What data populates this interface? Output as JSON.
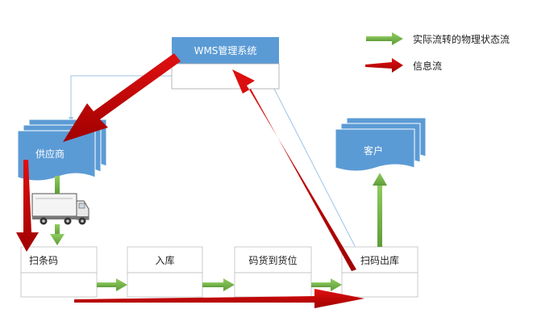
{
  "legend": {
    "physical_flow": "实际流转的物理状态流",
    "info_flow": "信息流"
  },
  "nodes": {
    "wms": "WMS管理系统",
    "supplier": "供应商",
    "customer": "客户",
    "scan": "扫条码",
    "inbound": "入库",
    "putaway": "码货到货位",
    "outbound": "扫码出库"
  },
  "colors": {
    "box_blue": "#5b9bd5",
    "physical_green": "#70ad47",
    "info_red": "#c00000",
    "thin_line": "#9dc3e6",
    "box_border": "#a6a6a6"
  }
}
